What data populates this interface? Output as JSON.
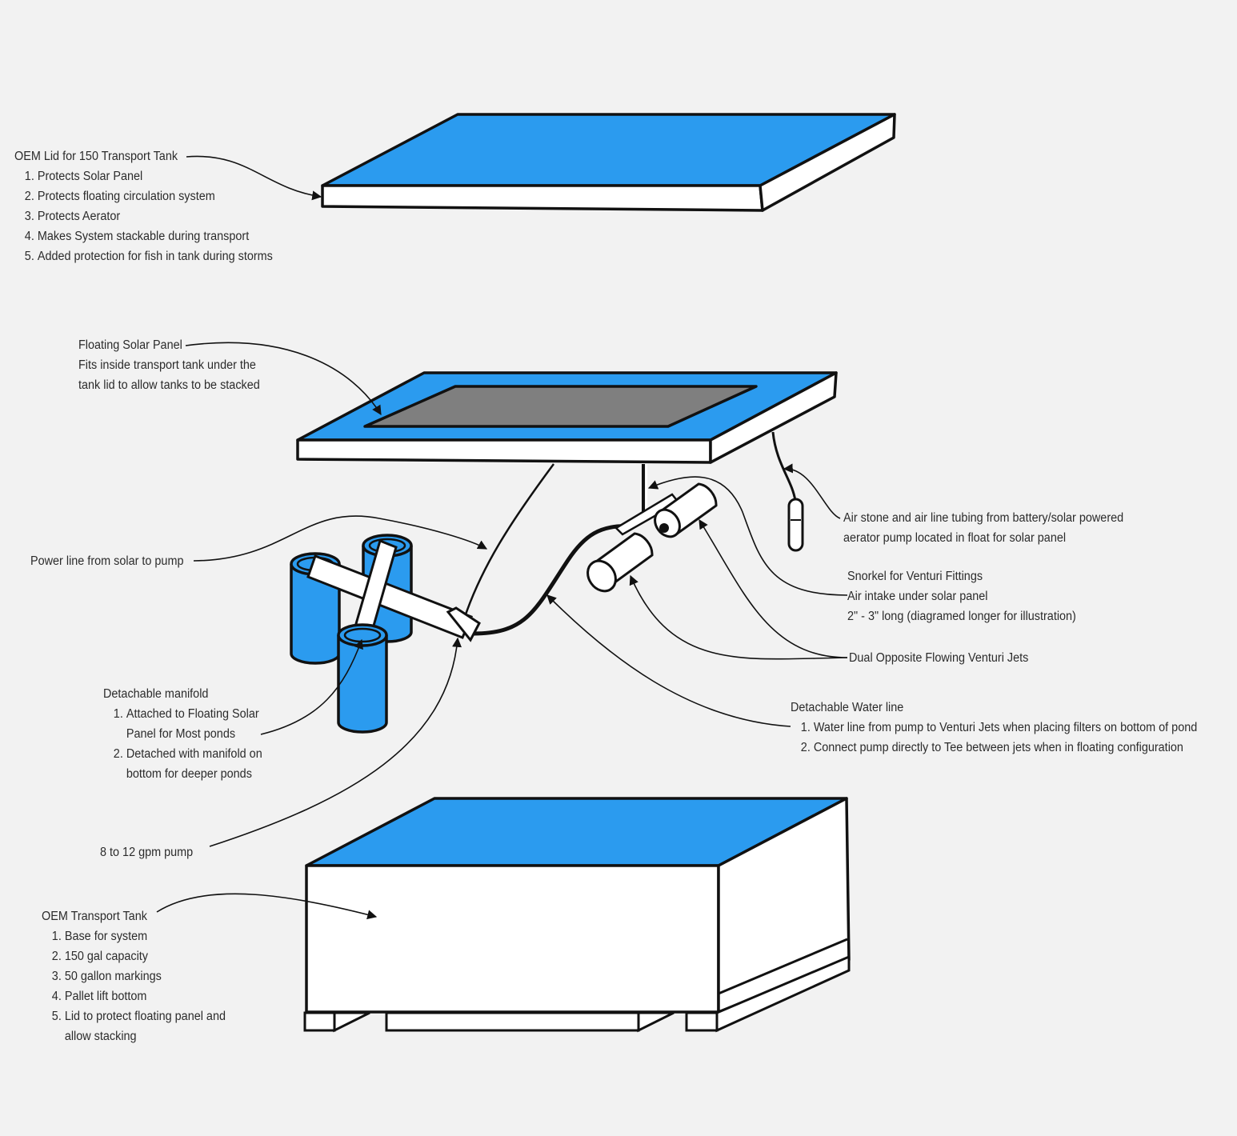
{
  "colors": {
    "background": "#f2f2f2",
    "blue": "#2b9bef",
    "panel_gray": "#7f7f7f",
    "outline": "#111111",
    "white": "#ffffff",
    "text": "#2b2b2b"
  },
  "labels": {
    "lid": {
      "title": "OEM Lid for 150 Transport Tank",
      "items": [
        "Protects Solar Panel",
        "Protects floating circulation system",
        "Protects Aerator",
        "Makes System stackable during transport",
        "Added protection for fish in tank during storms"
      ]
    },
    "solar_panel": {
      "lines": [
        "Floating Solar Panel",
        "Fits inside transport tank under the",
        "tank lid to allow tanks to be stacked"
      ]
    },
    "power_line": {
      "text": "Power line from solar to pump"
    },
    "air_stone": {
      "lines": [
        "Air stone and air line tubing from battery/solar powered",
        "aerator pump located in float for solar panel"
      ]
    },
    "snorkel": {
      "lines": [
        "Snorkel for Venturi Fittings",
        "Air intake under solar panel",
        "2\" - 3\" long (diagramed longer for illustration)"
      ]
    },
    "venturi": {
      "text": "Dual Opposite Flowing Venturi Jets"
    },
    "manifold": {
      "title": "Detachable manifold",
      "items": [
        [
          "Attached to Floating Solar",
          "Panel for Most ponds"
        ],
        [
          "Detached with manifold on",
          "bottom for deeper ponds"
        ]
      ]
    },
    "water_line": {
      "title": "Detachable Water line",
      "items": [
        "Water line from pump to Venturi Jets when placing filters on bottom of pond",
        "Connect pump directly to Tee between jets when in floating configuration"
      ]
    },
    "pump": {
      "text": "8 to 12 gpm pump"
    },
    "tank": {
      "title": "OEM Transport Tank",
      "items": [
        [
          "Base for system"
        ],
        [
          "150 gal capacity"
        ],
        [
          "50 gallon markings"
        ],
        [
          "Pallet lift bottom"
        ],
        [
          "Lid to protect floating panel and",
          "allow stacking"
        ]
      ]
    }
  }
}
